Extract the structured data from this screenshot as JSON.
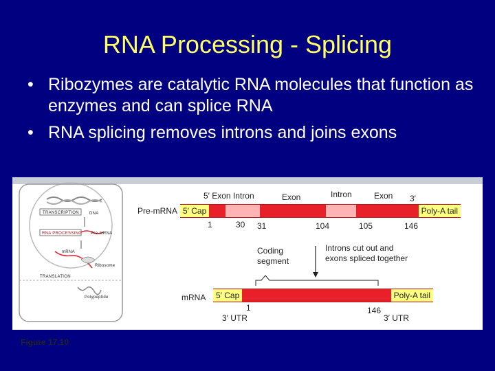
{
  "slide": {
    "title": "RNA Processing - Splicing",
    "bullets": [
      "Ribozymes are catalytic RNA molecules that function as enzymes and can splice RNA",
      "RNA splicing removes introns and joins exons"
    ],
    "bullet_marker": "•",
    "colors": {
      "background": "#000080",
      "title": "#ffff66",
      "exon": "#e8202a",
      "intron": "#ffb3b3",
      "cap": "#ffff80"
    }
  },
  "overview": {
    "transcription": "TRANSCRIPTION",
    "dna": "DNA",
    "rna_processing": "RNA PROCESSING",
    "pre_mrna": "Pre-mRNA",
    "mrna": "mRNA",
    "ribosome": "Ribosome",
    "translation": "TRANSLATION",
    "polypeptide": "Polypeptide"
  },
  "pre_mrna": {
    "label": "Pre-mRNA",
    "five_prime_label": "5′ Exon Intron",
    "exon2": "Exon",
    "intron2": "Intron",
    "exon3": "Exon",
    "three_prime": "3′",
    "cap": "5′ Cap",
    "polya": "Poly-A tail",
    "positions": [
      "1",
      "30",
      "31",
      "104",
      "105",
      "146"
    ]
  },
  "annotations": {
    "coding_segment": "Coding segment",
    "introns_cut": "Introns cut out and exons spliced together"
  },
  "mrna": {
    "label": "mRNA",
    "cap": "5′ Cap",
    "polya": "Poly-A tail",
    "pos_start": "1",
    "pos_end": "146",
    "utr5": "3′ UTR",
    "utr3": "3′ UTR"
  },
  "figure_label": "Figure 17.10"
}
